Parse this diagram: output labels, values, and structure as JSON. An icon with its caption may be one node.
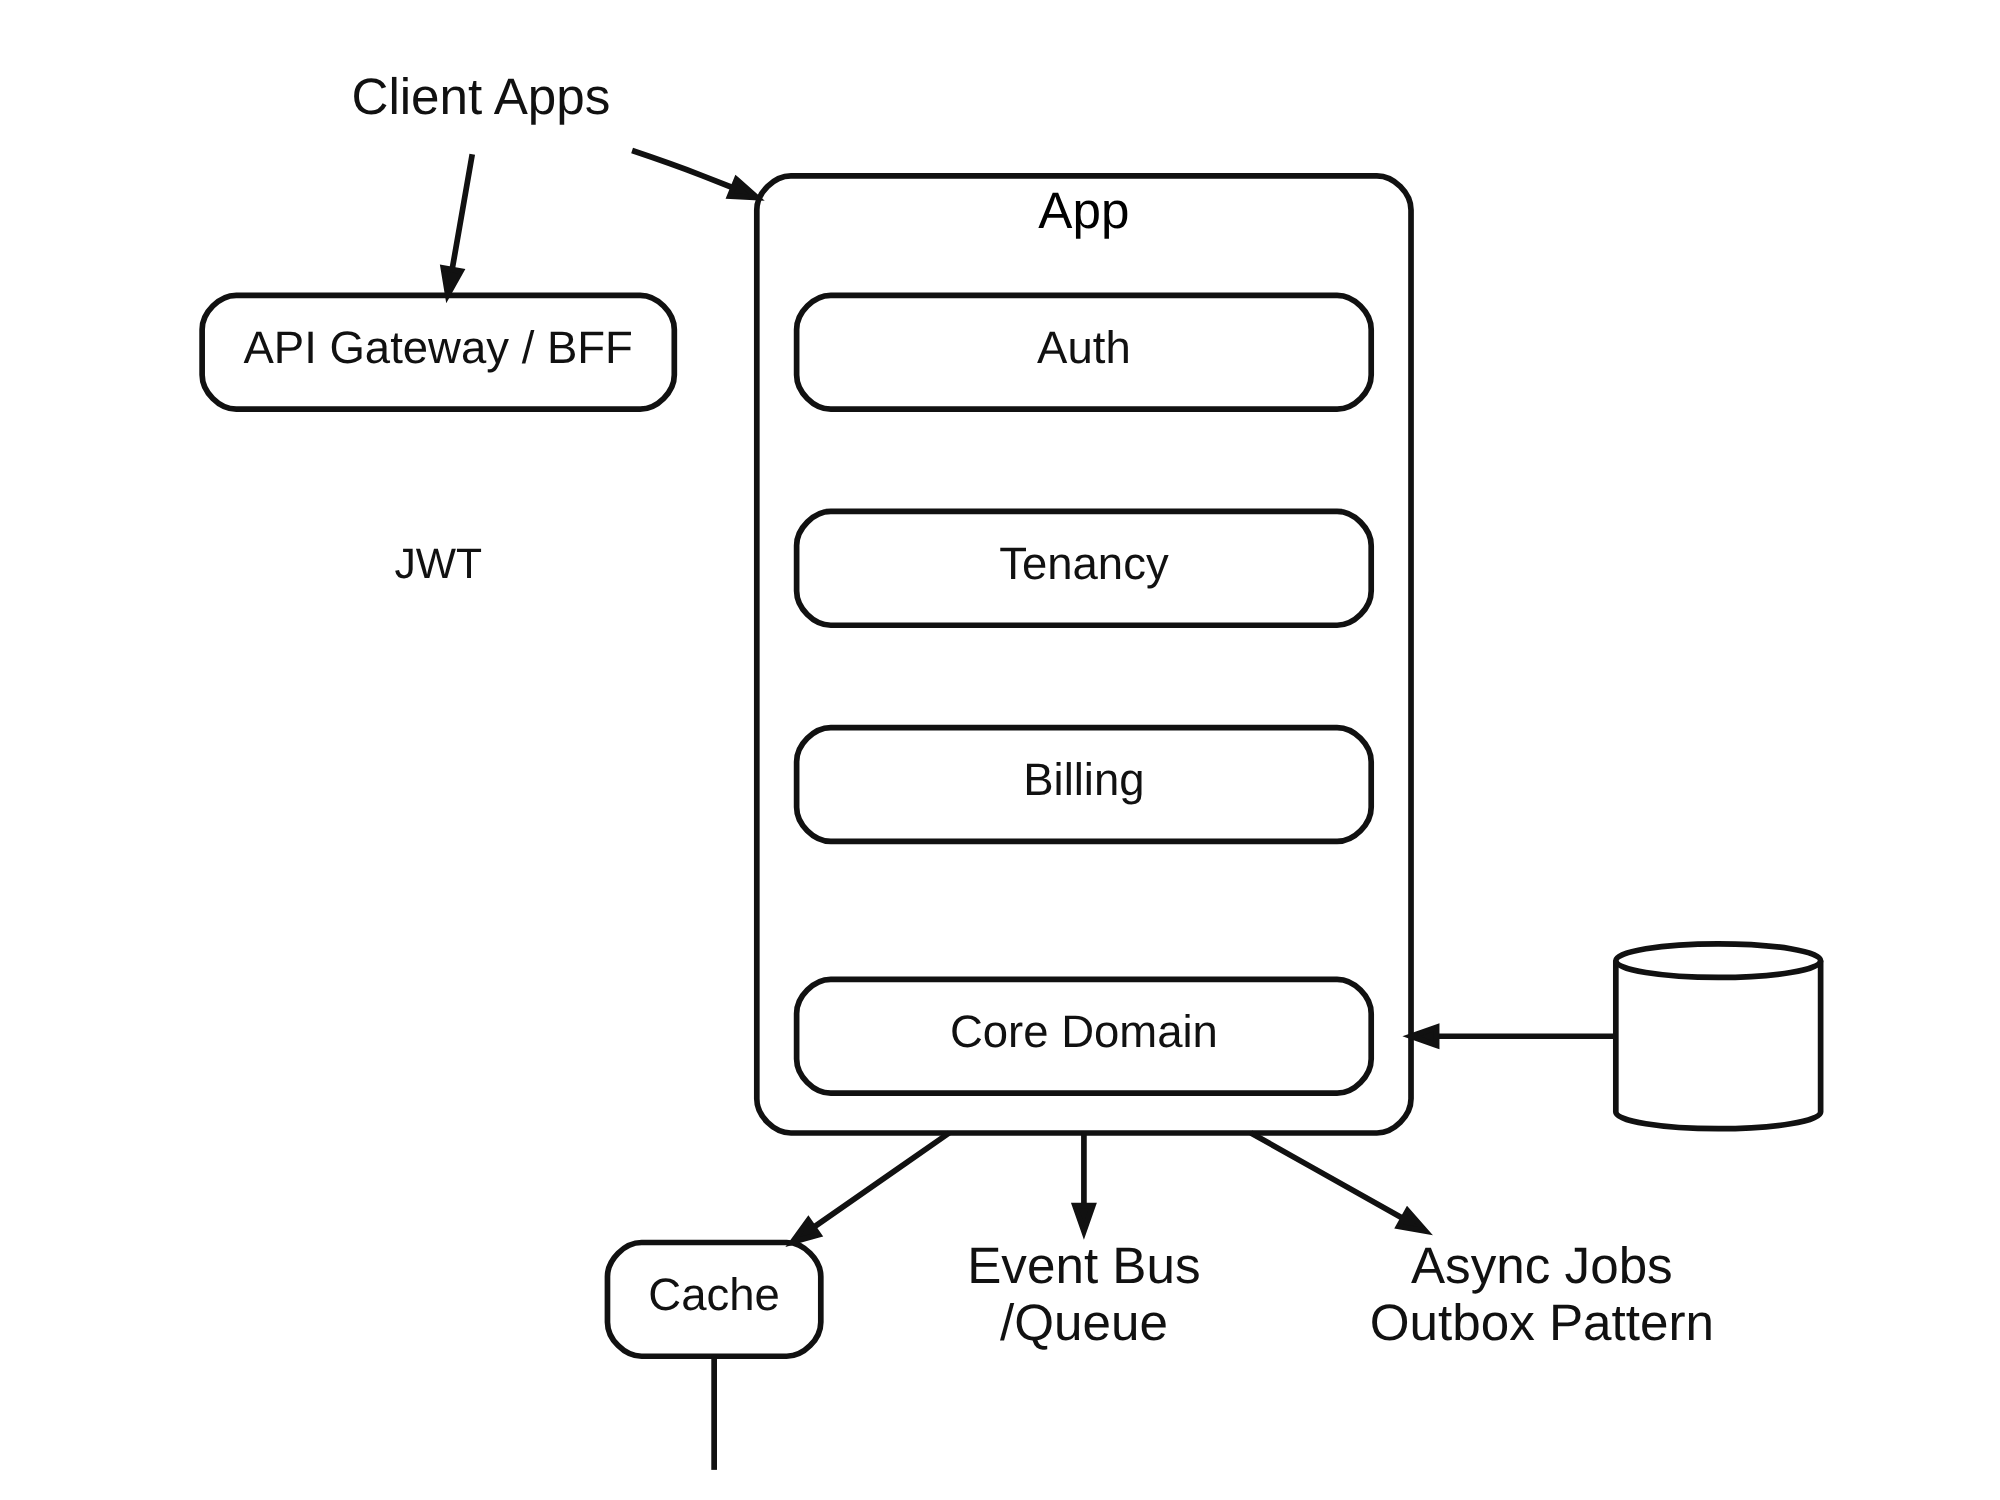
{
  "diagram": {
    "nodes": [
      {
        "text": [
          "Client Apps"
        ]
      },
      {
        "text": [
          "API Gateway / BFF"
        ],
        "beside": [
          "JWT"
        ]
      },
      {
        "text": [
          "App"
        ]
      },
      {
        "text": [
          "Auth"
        ],
        "in": 2
      },
      {
        "text": [
          "Tenancy"
        ],
        "in": 2
      },
      {
        "text": [
          "Billing"
        ],
        "in": 2
      },
      {
        "text": [
          "Core Domain"
        ],
        "in": 2
      },
      {
        "text": [],
        "shape": "cylinder"
      },
      {
        "text": [
          "Cache"
        ]
      },
      {
        "text": [
          "Event Bus /Queue"
        ]
      },
      {
        "text": [
          "Async Jobs Outbox Pattern"
        ]
      }
    ],
    "edges": [
      {
        "from": 0,
        "to": 2,
        "arrow": "to"
      },
      {
        "from": 0,
        "to": 1,
        "arrow": "to"
      },
      {
        "from": 7,
        "to": 2,
        "arrow": "to"
      },
      {
        "from": 2,
        "to": 8,
        "arrow": "to"
      },
      {
        "from": 2,
        "to": 9,
        "arrow": "to"
      },
      {
        "from": 2,
        "to": 10,
        "arrow": "to"
      },
      {
        "from": 8,
        "to": null,
        "arrow": "none"
      }
    ]
  }
}
